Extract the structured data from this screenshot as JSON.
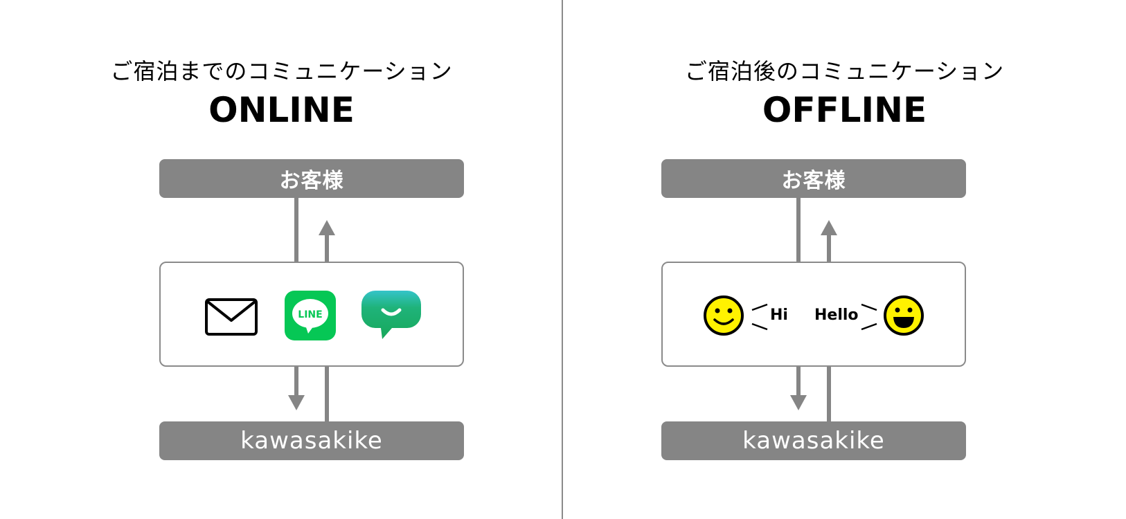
{
  "online": {
    "subtitle": "ご宿泊までのコミュニケーション",
    "title": "ONLINE",
    "top_label": "お客様",
    "bottom_label": "kawasakike",
    "line_icon_text": "LINE"
  },
  "offline": {
    "subtitle": "ご宿泊後のコミュニケーション",
    "title": "OFFLINE",
    "top_label": "お客様",
    "bottom_label": "kawasakike",
    "greeting_left": "Hi",
    "greeting_right": "Hello"
  },
  "colors": {
    "bar_gray": "#858585",
    "line_green": "#06c755",
    "smiley_yellow": "#fff200",
    "chat_green": "#1fb37a"
  },
  "icons": [
    "envelope-icon",
    "line-app-icon",
    "chat-bubble-icon",
    "smiley-face-icon",
    "grinning-face-icon"
  ]
}
